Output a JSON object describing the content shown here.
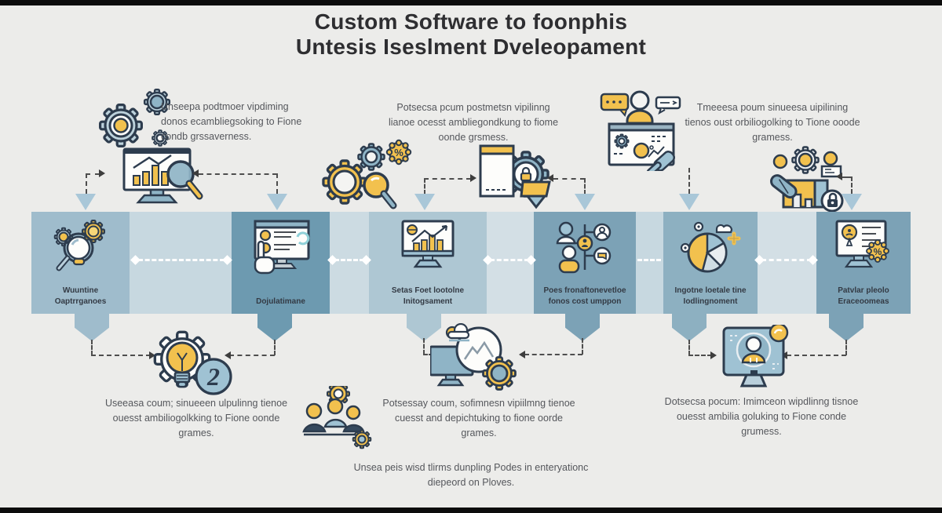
{
  "title": {
    "line1": "Custom Software to foonphis",
    "line2": "Untesis Iseslment Dveleopament"
  },
  "notes": {
    "top_left": "Unseepa podtmoer vipdiming donos ecambliegsoking to Fione condb grssaverness.",
    "top_middle": "Potsecsa pcum postmetsn vipilinng lianoe ocesst ambliegondkung to fiome oonde grsmess.",
    "top_right": "Tmeeesa poum sinueesa uipilining tienos oust orbiliogolking to Tione ooode gramess.",
    "bottom_left": "Useeasa coum; sinueeen ulpulinng tienoe ouesst ambiliogolkking to Fione oonde grames.",
    "bottom_middle": "Potsessay coum, sofimnesn vipiilmng tienoe cuesst and depichtuking to fione oorde grames.",
    "bottom_right": "Dotsecsa pocum: Imimceon wipdlinng tisnoe ouesst ambilia goluking to Fione conde grumess.",
    "footer": "Unsea peis wisd tlirms dunpling Podes in enteryationc diepeord on Ploves."
  },
  "steps": [
    {
      "lines": [
        "Wuuntine",
        "Oaptrrganoes"
      ]
    },
    {
      "lines": [
        "Dojulatimane"
      ]
    },
    {
      "lines": [
        "Setas Foet lootolne",
        "Initogsament"
      ]
    },
    {
      "lines": [
        "Poes fronaftonevetloe",
        "fonos cost umppon"
      ]
    },
    {
      "lines": [
        "Ingotne loetale tine",
        "Iodlingnoment"
      ]
    },
    {
      "lines": [
        "Patvlar pleolo",
        "Eraceoomeas"
      ]
    }
  ],
  "glyphs": {
    "percent": "%",
    "percent2": "%",
    "coin": "2"
  },
  "icons": [
    "gears-icon",
    "analytics-monitor-icon",
    "gear-search-discount-icon",
    "secure-document-icon",
    "presenter-whiteboard-icon",
    "factory-team-lock-icon",
    "discovery-icon",
    "selection-icon",
    "growth-monitor-icon",
    "team-network-icon",
    "pie-chart-icon",
    "report-discount-icon",
    "idea-bulb-icon",
    "dev-team-icon",
    "cloud-deploy-icon",
    "support-avatar-icon"
  ],
  "colors": {
    "background": "#ececea",
    "yellow": "#f2c14e",
    "blue_fill": "#8fb4c6",
    "outline": "#2d3c4e",
    "seg_medium": "#9fbccc",
    "seg_dark": "#6d9ab0",
    "seg_light": "#aec7d3",
    "connector": "#c7d8e0",
    "triangle": "#a9c7d8",
    "text": "#55575c",
    "title_text": "#2e2e31"
  }
}
